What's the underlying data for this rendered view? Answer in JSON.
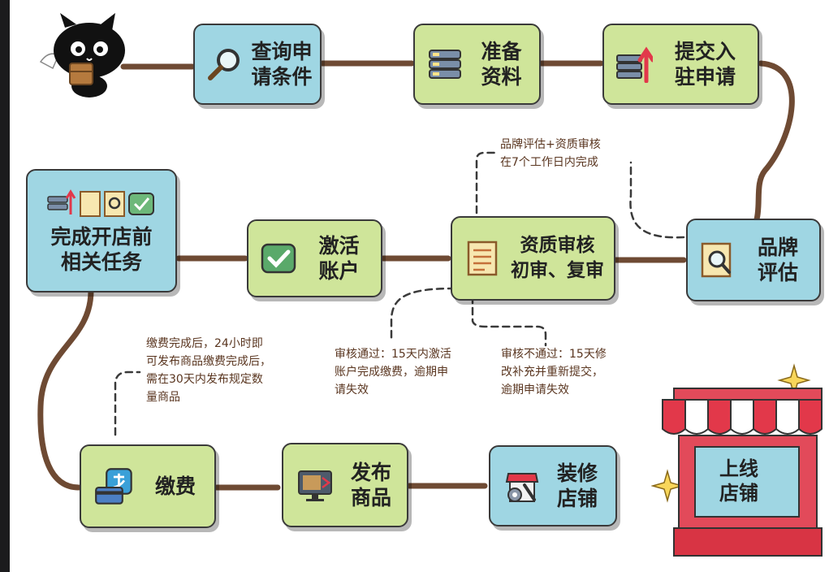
{
  "steps": {
    "s1": "查询申\n请条件",
    "s2": "准备\n资料",
    "s3": "提交入\n驻申请",
    "s4": "品牌\n评估",
    "s5": "资质审核\n初审、复审",
    "s6": "激活\n账户",
    "s7": "完成开店前\n相关任务",
    "s8": "缴费",
    "s9": "发布\n商品",
    "s10": "装修\n店铺",
    "s11": "上线\n店铺"
  },
  "notes": {
    "brand_eval": "品牌评估+资质审核\n在7个工作日内完成",
    "pass": "审核通过：15天内激活\n账户完成缴费，逾期申\n请失效",
    "fail": "审核不通过：15天修\n改补充并重新提交，\n逾期申请失效",
    "payment": "缴费完成后，24小时即\n可发布商品缴费完成后，\n需在30天内发布规定数\n量商品"
  },
  "colors": {
    "card_blue": "#9fd6e3",
    "card_green": "#cfe59a",
    "rope": "#6e4a33",
    "note_text": "#5a3620",
    "awning_red": "#e2384a",
    "shop_frame": "#e24a5a",
    "shop_window": "#9fd6e3"
  },
  "icons": {
    "s1": "magnifier-icon",
    "s2": "database-icon",
    "s3": "upload-icon",
    "s4": "document-search-icon",
    "s5": "document-checklist-icon",
    "s6": "checkmark-icon",
    "s7": "task-icons",
    "s8": "payment-card-icon",
    "s9": "monitor-icon",
    "s10": "shop-tools-icon",
    "mascot": "tmall-cat-mascot",
    "sparkle": "sparkle-icon"
  }
}
